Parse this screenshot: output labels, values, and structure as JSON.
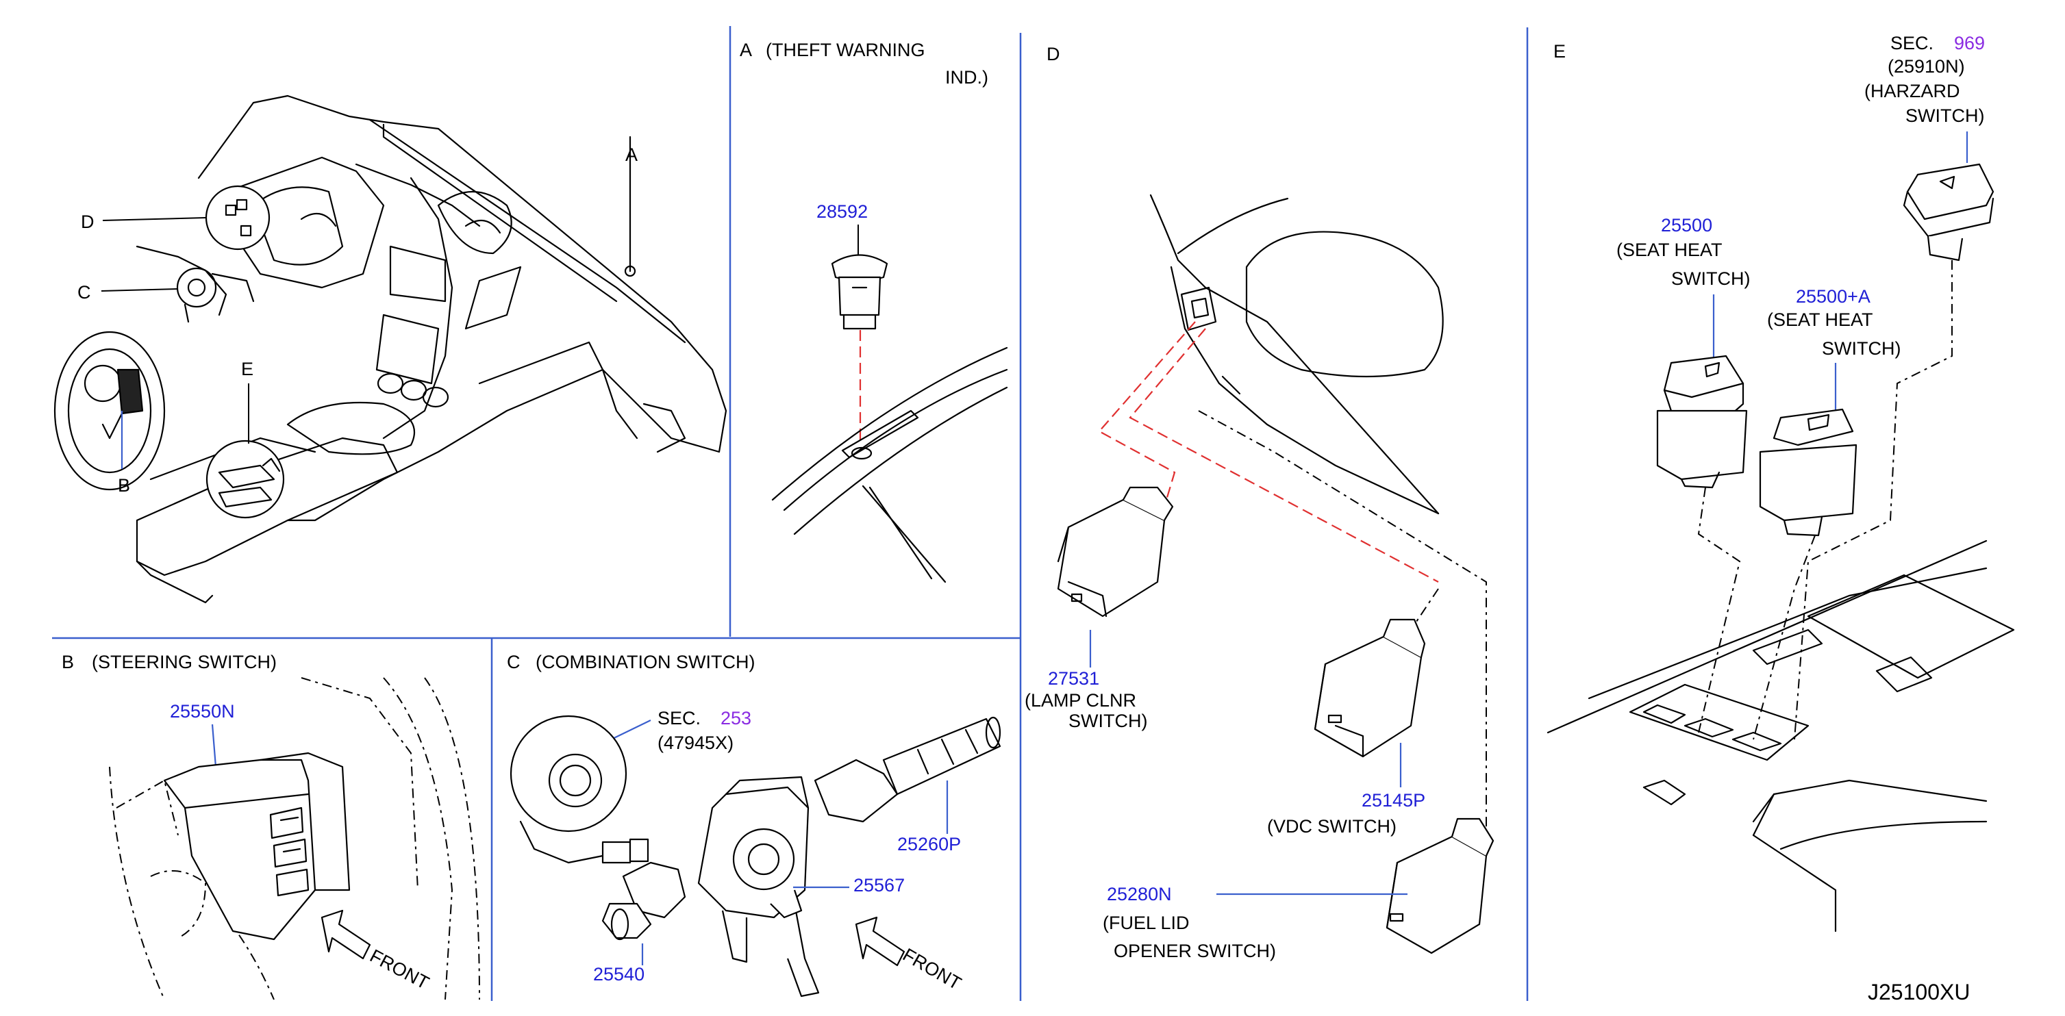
{
  "sections": {
    "A": {
      "letter": "A",
      "title_line1": "(THEFT   WARNING",
      "title_line2": "IND.)"
    },
    "B": {
      "letter": "B",
      "title": "(STEERING   SWITCH)"
    },
    "C": {
      "letter": "C",
      "title": "(COMBINATION   SWITCH)"
    },
    "D": {
      "letter": "D"
    },
    "E": {
      "letter": "E"
    }
  },
  "overview_callouts": [
    "A",
    "D",
    "C",
    "E",
    "B"
  ],
  "parts": {
    "p28592": {
      "number": "28592"
    },
    "p25550N": {
      "number": "25550N"
    },
    "sec253": {
      "prefix": "SEC.",
      "sec_no": "253",
      "sub": "(47945X)"
    },
    "p25260P": {
      "number": "25260P"
    },
    "p25567": {
      "number": "25567"
    },
    "p25540": {
      "number": "25540"
    },
    "p27531": {
      "number": "27531",
      "desc1": "(LAMP   CLNR",
      "desc2": "SWITCH)"
    },
    "p25145P": {
      "number": "25145P",
      "desc1": "(VDC   SWITCH)"
    },
    "p25280N": {
      "number": "25280N",
      "desc1": "(FUEL   LID",
      "desc2": "OPENER   SWITCH)"
    },
    "sec969": {
      "prefix": "SEC.",
      "sec_no": "969",
      "sub": "(25910N)",
      "desc1": "(HARZARD",
      "desc2": "SWITCH)"
    },
    "p25500": {
      "number": "25500",
      "desc1": "(SEAT   HEAT",
      "desc2": "SWITCH)"
    },
    "p25500A": {
      "number": "25500+A",
      "desc1": "(SEAT   HEAT",
      "desc2": "SWITCH)"
    }
  },
  "front_labels": {
    "b": "FRONT",
    "c": "FRONT"
  },
  "diagram_code": "J25100XU",
  "colors": {
    "part_number": "#1f1fd6",
    "section_ref": "#8a2be2",
    "divider": "#3a5fcd",
    "connector_dash": "#e03030"
  }
}
